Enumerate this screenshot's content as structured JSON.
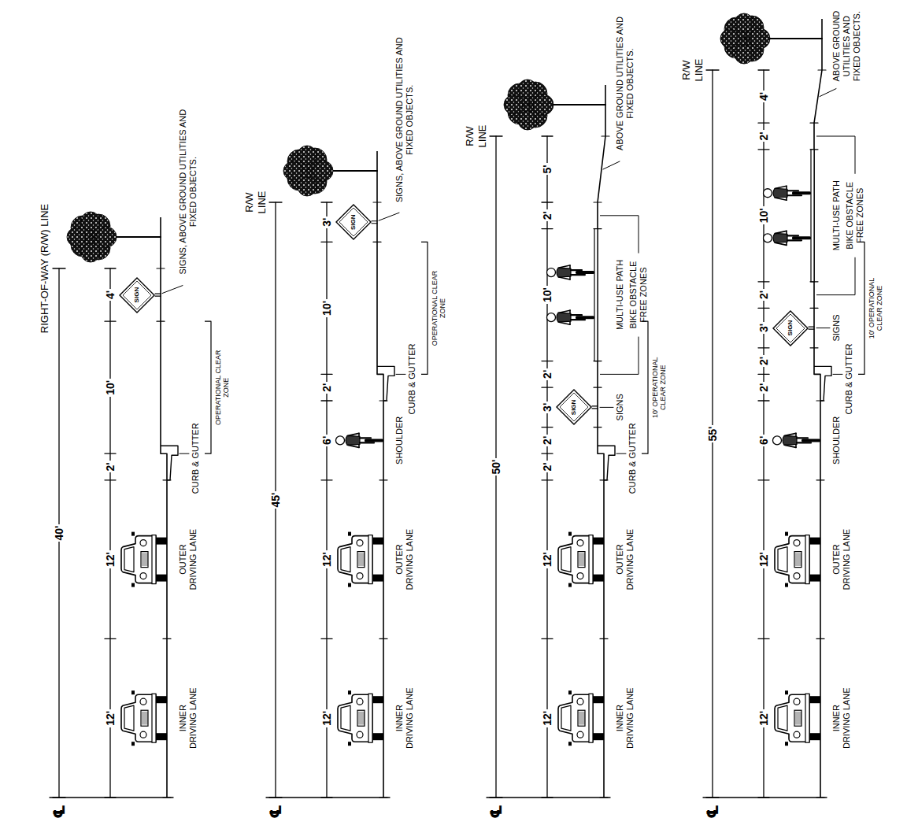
{
  "diagram": {
    "nodes": [
      {
        "text": [
          "SIGN"
        ]
      },
      {
        "text": [
          "SIGN"
        ]
      },
      {
        "text": [
          "SIGN"
        ]
      },
      {
        "text": [
          "SIGN"
        ]
      }
    ],
    "labels": [
      "℄",
      "40'",
      "RIGHT-OF-WAY (R/W) LINE",
      "12'",
      "12'",
      "2'",
      "10'",
      "4'",
      "INNER DRIVING LANE",
      "OUTER DRIVING LANE",
      "CURB & GUTTER",
      "OPERATIONAL CLEAR ZONE",
      "SIGNS, ABOVE GROUND UTILITIES AND FIXED OBJECTS.",
      "℄",
      "45'",
      "R/W LINE",
      "12'",
      "12'",
      "6'",
      "2'",
      "10'",
      "3'",
      "INNER DRIVING LANE",
      "OUTER DRIVING LANE",
      "SHOULDER",
      "CURB & GUTTER",
      "OPERATIONAL CLEAR ZONE",
      "SIGNS, ABOVE GROUND UTILITIES AND FIXED OBJECTS.",
      "℄",
      "50'",
      "R/W LINE",
      "12'",
      "12'",
      "2'",
      "2'",
      "3'",
      "2'",
      "10'",
      "2'",
      "5'",
      "INNER DRIVING LANE",
      "OUTER DRIVING LANE",
      "CURB & GUTTER",
      "SIGNS",
      "MULTI-USE PATH",
      "BIKE OBSTACLE FREE ZONES",
      "10' OPERATIONAL CLEAR ZONE",
      "ABOVE GROUND UTILITIES AND FIXED OBJECTS.",
      "℄",
      "55'",
      "R/W LINE",
      "12'",
      "12'",
      "6'",
      "2'",
      "2'",
      "3'",
      "2'",
      "10'",
      "2'",
      "4'",
      "INNER DRIVING LANE",
      "OUTER DRIVING LANE",
      "SHOULDER",
      "CURB & GUTTER",
      "SIGNS",
      "MULTI-USE PATH",
      "BIKE OBSTACLE FREE ZONES",
      "10' OPERATIONAL CLEAR ZONE",
      "ABOVE GROUND UTILITIES AND FIXED OBJECTS."
    ]
  }
}
